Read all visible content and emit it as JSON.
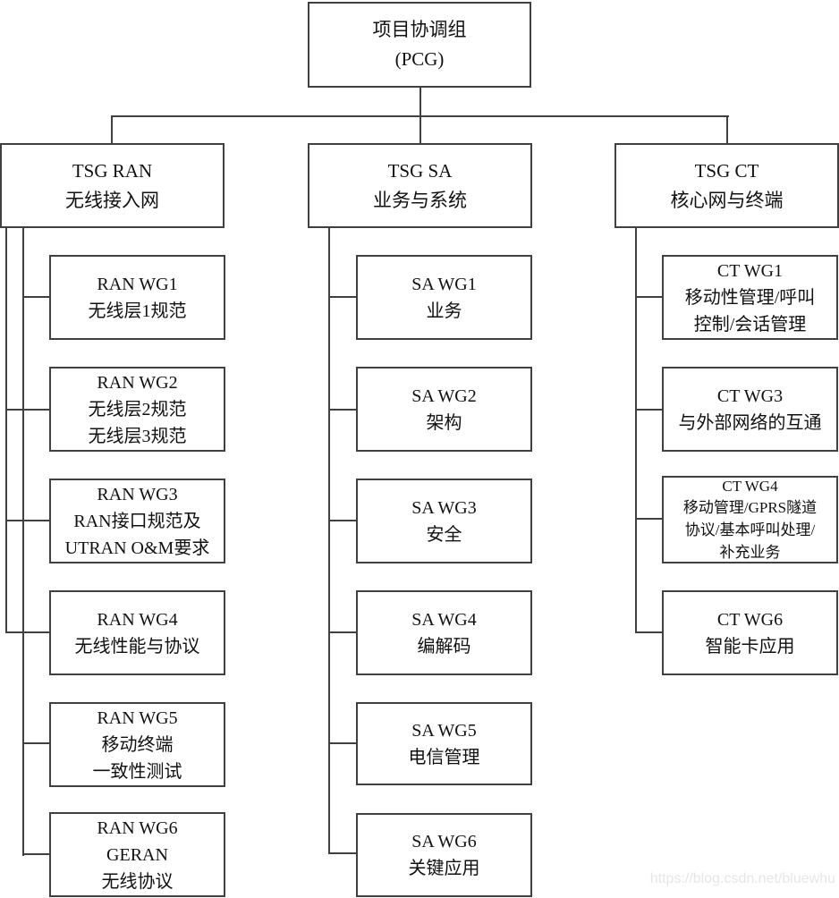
{
  "root": {
    "lines": [
      "项目协调组",
      "(PCG)"
    ]
  },
  "groups": [
    {
      "id": "tsg-ran",
      "header": {
        "lines": [
          "TSG RAN",
          "无线接入网"
        ]
      },
      "children": [
        {
          "id": "ran-wg1",
          "lines": [
            "RAN WG1",
            "无线层1规范"
          ]
        },
        {
          "id": "ran-wg2",
          "lines": [
            "RAN WG2",
            "无线层2规范",
            "无线层3规范"
          ]
        },
        {
          "id": "ran-wg3",
          "lines": [
            "RAN WG3",
            "RAN接口规范及",
            "UTRAN O&M要求"
          ]
        },
        {
          "id": "ran-wg4",
          "lines": [
            "RAN WG4",
            "无线性能与协议"
          ]
        },
        {
          "id": "ran-wg5",
          "lines": [
            "RAN WG5",
            "移动终端",
            "一致性测试"
          ]
        },
        {
          "id": "ran-wg6",
          "lines": [
            "RAN WG6",
            "GERAN",
            "无线协议"
          ]
        }
      ]
    },
    {
      "id": "tsg-sa",
      "header": {
        "lines": [
          "TSG SA",
          "业务与系统"
        ]
      },
      "children": [
        {
          "id": "sa-wg1",
          "lines": [
            "SA WG1",
            "业务"
          ]
        },
        {
          "id": "sa-wg2",
          "lines": [
            "SA WG2",
            "架构"
          ]
        },
        {
          "id": "sa-wg3",
          "lines": [
            "SA WG3",
            "安全"
          ]
        },
        {
          "id": "sa-wg4",
          "lines": [
            "SA WG4",
            "编解码"
          ]
        },
        {
          "id": "sa-wg5",
          "lines": [
            "SA WG5",
            "电信管理"
          ]
        },
        {
          "id": "sa-wg6",
          "lines": [
            "SA WG6",
            "关键应用"
          ]
        }
      ]
    },
    {
      "id": "tsg-ct",
      "header": {
        "lines": [
          "TSG CT",
          "核心网与终端"
        ]
      },
      "children": [
        {
          "id": "ct-wg1",
          "lines": [
            "CT WG1",
            "移动性管理/呼叫",
            "控制/会话管理"
          ]
        },
        {
          "id": "ct-wg3",
          "lines": [
            "CT WG3",
            "与外部网络的互通"
          ]
        },
        {
          "id": "ct-wg4",
          "lines": [
            "CT WG4",
            "移动管理/GPRS隧道",
            "协议/基本呼叫处理/",
            "补充业务"
          ]
        },
        {
          "id": "ct-wg6",
          "lines": [
            "CT WG6",
            "智能卡应用"
          ]
        }
      ]
    }
  ],
  "watermark": "https://blog.csdn.net/bluewhu",
  "colors": {
    "line": "#404040",
    "text": "#111111",
    "watermark": "#e6e6e6",
    "background": "#ffffff"
  }
}
